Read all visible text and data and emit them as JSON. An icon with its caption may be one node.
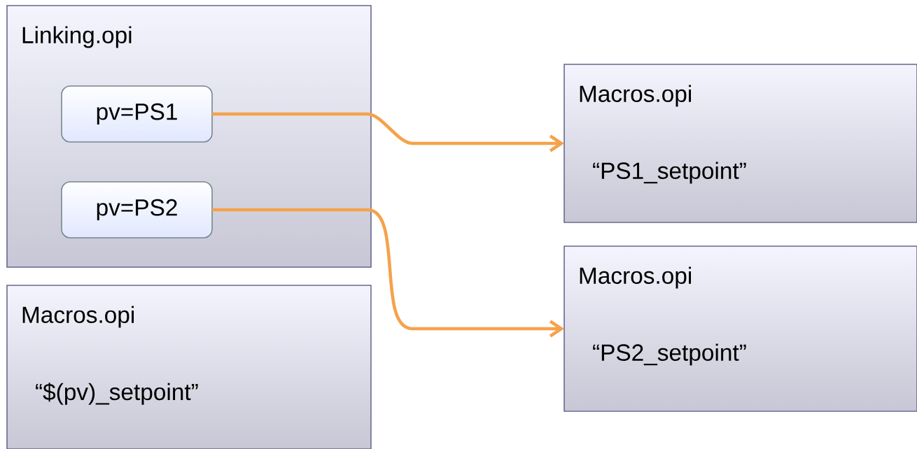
{
  "diagram": {
    "nodes": [
      {
        "text": [
          "Linking.opi"
        ]
      },
      {
        "text": [
          "pv=PS1"
        ],
        "in": 0
      },
      {
        "text": [
          "pv=PS2"
        ],
        "in": 0
      },
      {
        "text": [
          "Macros.opi",
          "“$(pv)_setpoint”"
        ]
      },
      {
        "text": [
          "Macros.opi",
          "“PS1_setpoint”"
        ]
      },
      {
        "text": [
          "Macros.opi",
          "“PS2_setpoint”"
        ]
      }
    ],
    "edges": [
      {
        "from": 1,
        "to": 4,
        "arrow": "to"
      },
      {
        "from": 2,
        "to": 5,
        "arrow": "to"
      }
    ]
  }
}
